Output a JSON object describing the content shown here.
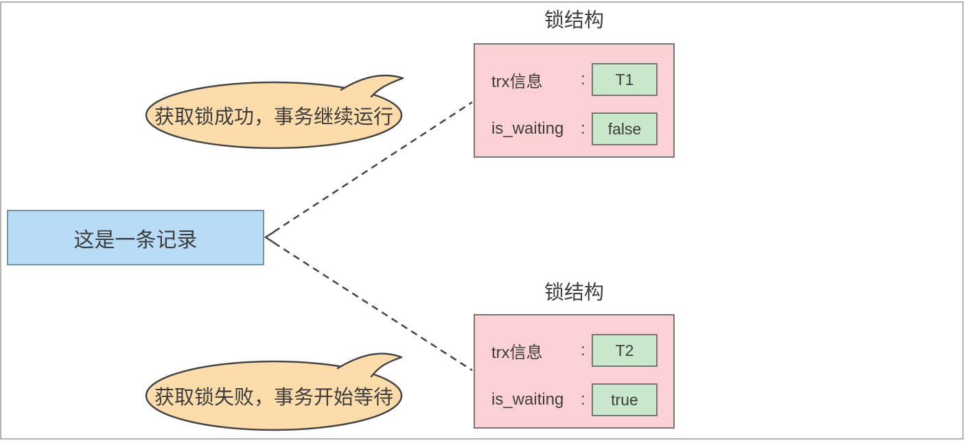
{
  "diagram": {
    "record": {
      "label": "这是一条记录"
    },
    "locks": [
      {
        "title": "锁结构",
        "rows": [
          {
            "label": "trx信息",
            "separator": ":",
            "value": "T1"
          },
          {
            "label": "is_waiting",
            "separator": ":",
            "value": "false"
          }
        ]
      },
      {
        "title": "锁结构",
        "rows": [
          {
            "label": "trx信息",
            "separator": ":",
            "value": "T2"
          },
          {
            "label": "is_waiting",
            "separator": ":",
            "value": "true"
          }
        ]
      }
    ],
    "bubbles": [
      {
        "text": "获取锁成功，事务继续运行"
      },
      {
        "text": "获取锁失败，事务开始等待"
      }
    ],
    "colors": {
      "record_fill": "#b9dcf6",
      "record_border": "#7d8e9c",
      "lock_fill": "#fcd1d5",
      "lock_border": "#757575",
      "value_fill": "#c9e7ca",
      "value_border": "#757575",
      "bubble_fill": "#fcdcaa",
      "bubble_border": "#454545",
      "connector": "#444444",
      "text": "#3d3d3d"
    }
  }
}
